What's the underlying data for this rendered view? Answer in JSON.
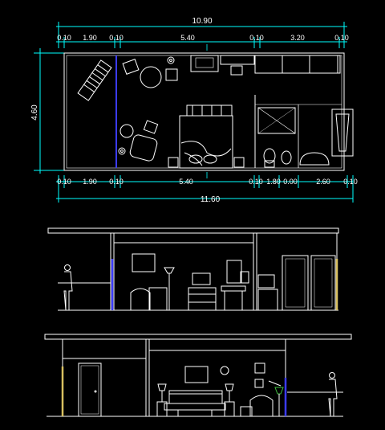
{
  "plan": {
    "dimensions": {
      "top_total": "10.90",
      "top_segments": [
        "0.10",
        "1.90",
        "0.10",
        "5.40",
        "0.10",
        "3.20",
        "0.10"
      ],
      "bottom_segments": [
        "0.10",
        "1.90",
        "0.10",
        "5.40",
        "0.10",
        "1.80",
        "0.00",
        "2.60",
        "0.10"
      ],
      "bottom_total": "11.60",
      "left_height": "4.60"
    }
  },
  "colors": {
    "background": "#000000",
    "linework": "#ffffff",
    "dimension_lines": "#00ffff",
    "partition_accent": "#3b3bff",
    "wall_hatch_accent": "#d8c060",
    "lamp_accent": "#40c040"
  }
}
